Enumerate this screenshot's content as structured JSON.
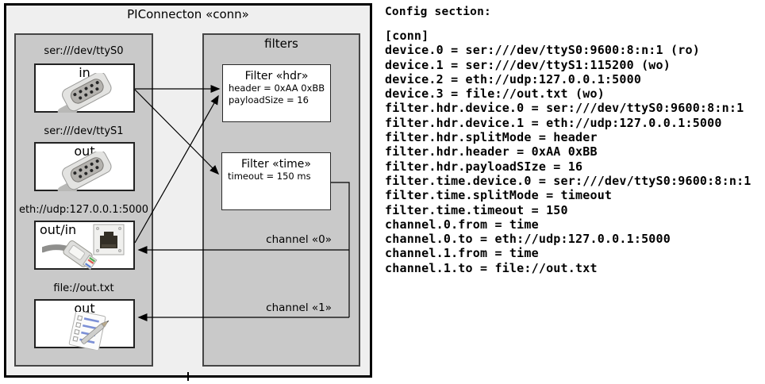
{
  "diagram": {
    "title": "PIConnecton «conn»",
    "colors": {
      "outer_fill": "#efefef",
      "panel_fill": "#c9c9c9",
      "box_fill": "#ffffff",
      "line_color": "#000000"
    },
    "devices": [
      {
        "label": "ser:///dev/ttyS0",
        "direction": "in",
        "icon": "serial-connector-icon"
      },
      {
        "label": "ser:///dev/ttyS1",
        "direction": "out",
        "icon": "serial-connector-icon"
      },
      {
        "label": "eth://udp:127.0.0.1:5000",
        "direction": "out/in",
        "icon": "ethernet-connector-icon"
      },
      {
        "label": "file://out.txt",
        "direction": "out",
        "icon": "notepad-file-icon"
      }
    ],
    "filters_panel": {
      "title": "filters",
      "filters": [
        {
          "title": "Filter «hdr»",
          "props": [
            "header = 0xAA 0xBB",
            "payloadSize = 16"
          ]
        },
        {
          "title": "Filter «time»",
          "props": [
            "timeout = 150 ms"
          ]
        }
      ]
    },
    "channels": [
      {
        "label": "channel «0»"
      },
      {
        "label": "channel «1»"
      }
    ]
  },
  "config": {
    "heading": "Config section:",
    "lines": [
      "[conn]",
      "device.0 = ser:///dev/ttyS0:9600:8:n:1 (ro)",
      "device.1 = ser:///dev/ttyS1:115200 (wo)",
      "device.2 = eth://udp:127.0.0.1:5000",
      "device.3 = file://out.txt (wo)",
      "filter.hdr.device.0 = ser:///dev/ttyS0:9600:8:n:1",
      "filter.hdr.device.1 = eth://udp:127.0.0.1:5000",
      "filter.hdr.splitMode = header",
      "filter.hdr.header = 0xAA 0xBB",
      "filter.hdr.payloadSIze = 16",
      "filter.time.device.0 = ser:///dev/ttyS0:9600:8:n:1",
      "filter.time.splitMode = timeout",
      "filter.time.timeout = 150",
      "channel.0.from = time",
      "channel.0.to = eth://udp:127.0.0.1:5000",
      "channel.1.from = time",
      "channel.1.to = file://out.txt"
    ]
  }
}
